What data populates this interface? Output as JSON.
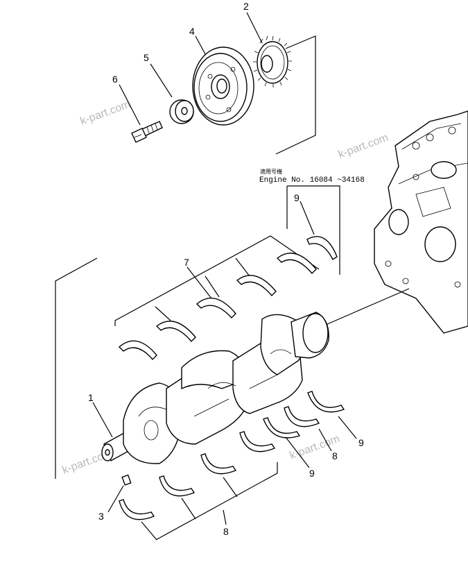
{
  "callouts": {
    "c1": "1",
    "c2": "2",
    "c3": "3",
    "c4": "4",
    "c5": "5",
    "c6": "6",
    "c7": "7",
    "c8": "8",
    "c9_inset": "9",
    "c9_lower_a": "9",
    "c9_lower_b": "9",
    "c8_lower": "8"
  },
  "applicability_note": {
    "jp": "適用号機",
    "serial_range": "Engine No. 16084 ~34168"
  },
  "watermarks": [
    "k-part.com",
    "k-part.com",
    "k-part.com",
    "k-part.com"
  ]
}
